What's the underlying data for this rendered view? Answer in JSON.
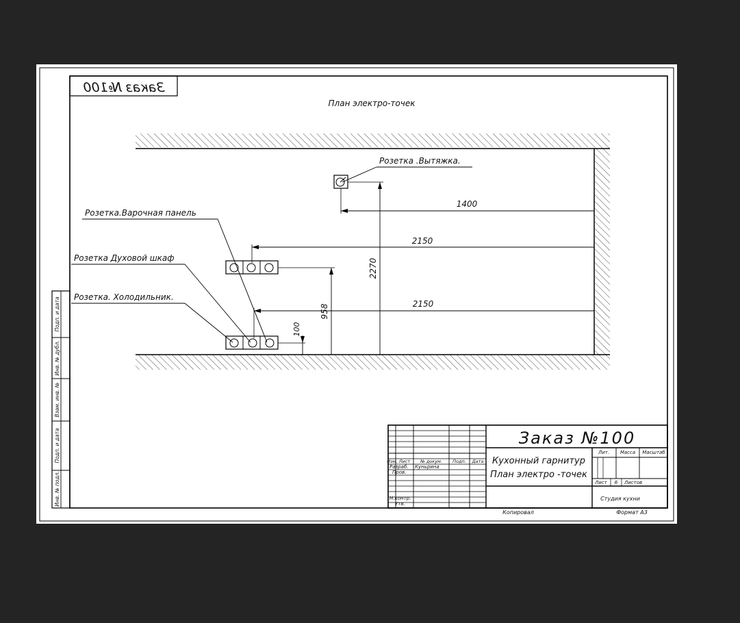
{
  "drawing": {
    "mirrored_stamp": "Заказ №100",
    "title": "План электро-точек",
    "labels": {
      "hood_socket": "Розетка .Вытяжка.",
      "hob_socket": "Розетка.Варочная панель",
      "oven_socket": "Розетка Духовой шкаф",
      "fridge_socket": "Розетка. Холодильник."
    },
    "dimensions": {
      "hood_horizontal": "1400",
      "upper_row_horizontal": "2150",
      "lower_row_horizontal": "2150",
      "hood_height": "2270",
      "upper_row_height": "958",
      "lower_row_height": "100"
    }
  },
  "side_stamp": [
    "Инв. № подл.",
    "Подп. и дата",
    "Взам. инв. №",
    "Инв. № дубл.",
    "Подп. и дата"
  ],
  "title_block": {
    "order": "Заказ №100",
    "name_line1": "Кухонный гарнитур",
    "name_line2": "План электро -точек",
    "columns": [
      "Изм.",
      "Лист",
      "№ докум.",
      "Подп.",
      "Дата"
    ],
    "rows": [
      "Разраб.",
      "Пров.",
      "Н.контр.",
      "Утв."
    ],
    "developer": "Куньрина",
    "lit_header": [
      "Лит.",
      "Масса",
      "Масштаб"
    ],
    "sheet_label": "Лист",
    "sheet_no": "6",
    "sheets_label": "Листов",
    "company": "Студия кухни",
    "copied": "Копировал",
    "format": "Формат А3"
  }
}
